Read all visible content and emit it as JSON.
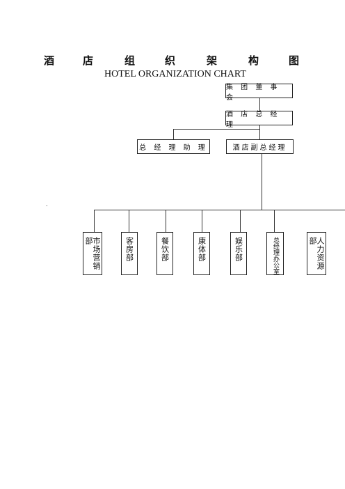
{
  "title_chars": [
    "酒",
    "店",
    "组",
    "织",
    "架",
    "构",
    "图"
  ],
  "subtitle": "HOTEL ORGANIZATION CHART",
  "top_boxes": {
    "board": "集 团 董 事 会",
    "gm": "酒 店 总 经 理",
    "assistant": "总 经 理 助 理",
    "deputy": "酒店副总经理"
  },
  "departments": [
    {
      "label": "市场营销部"
    },
    {
      "label": "客房部"
    },
    {
      "label": "餐饮部"
    },
    {
      "label": "康体部"
    },
    {
      "label": "娱乐部"
    },
    {
      "label": "总经理办公室"
    },
    {
      "label": "人力资源部"
    }
  ],
  "stray_mark": "."
}
